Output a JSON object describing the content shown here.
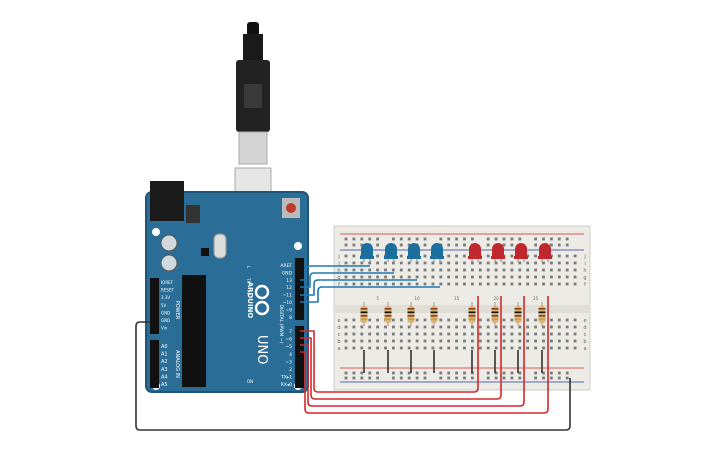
{
  "board": {
    "brand": "ARDUINO",
    "model": "UNO",
    "power_pins": [
      "IOREF",
      "RESET",
      "3.3V",
      "5V",
      "GND",
      "GND",
      "Vin"
    ],
    "power_label": "POWER",
    "analog_pins": [
      "A0",
      "A1",
      "A2",
      "A3",
      "A4",
      "A5"
    ],
    "analog_label": "ANALOG IN",
    "digital_top": [
      "AREF",
      "GND",
      "13",
      "12",
      "~11",
      "~10",
      "~9",
      "8"
    ],
    "digital_bottom": [
      "7",
      "~6",
      "~5",
      "4",
      "~3",
      "2",
      "TX▸1",
      "RX◂0"
    ],
    "digital_label": "DIGITAL (PWM ~)",
    "led_labels": [
      "L",
      "TX",
      "RX"
    ],
    "on_label": "ON"
  },
  "breadboard": {
    "row_letters_top": [
      "j",
      "i",
      "h",
      "g",
      "f"
    ],
    "row_letters_bottom": [
      "e",
      "d",
      "c",
      "b",
      "a"
    ],
    "column_labels": [
      "5",
      "10",
      "15",
      "20",
      "25"
    ]
  },
  "colors": {
    "board": "#2a6e97",
    "wire_blue": "#1f78b4",
    "wire_red": "#d62728",
    "wire_black": "#333333",
    "led_blue": "#1b6f9e",
    "led_red": "#c0282d",
    "breadboard": "#ecebe6"
  },
  "leds": [
    "blue",
    "blue",
    "blue",
    "blue",
    "red",
    "red",
    "red",
    "red"
  ]
}
